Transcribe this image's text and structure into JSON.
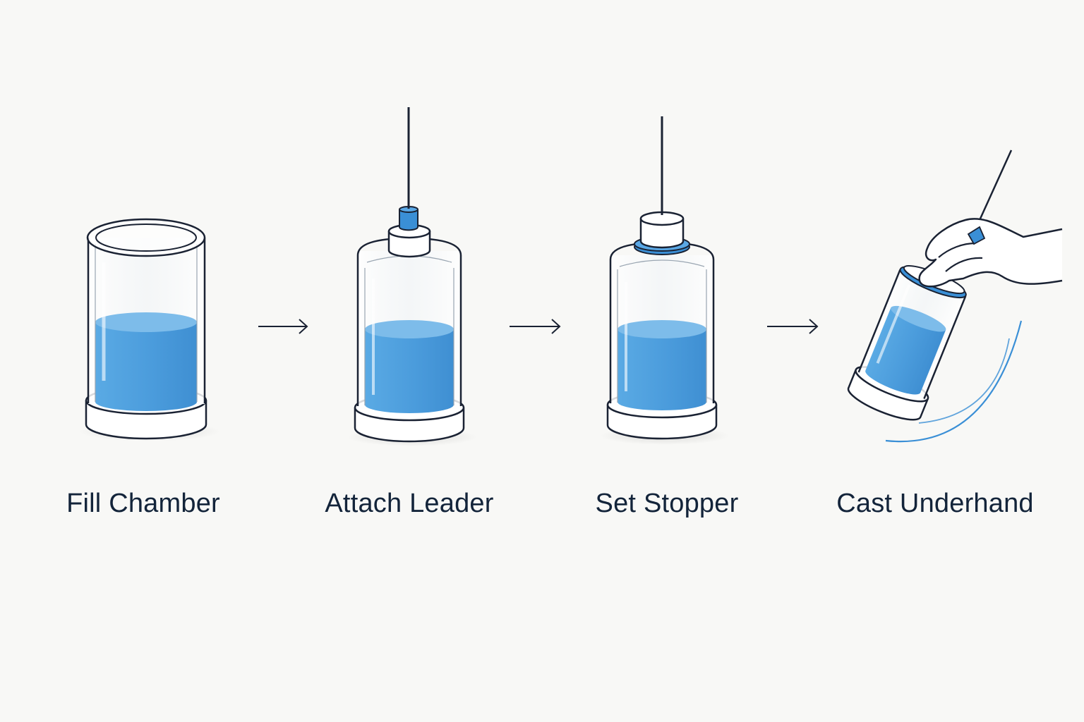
{
  "steps": [
    {
      "label": "Fill Chamber",
      "icon": "filled-chamber-icon"
    },
    {
      "label": "Attach Leader",
      "icon": "chamber-with-leader-icon"
    },
    {
      "label": "Set Stopper",
      "icon": "chamber-with-stopper-icon"
    },
    {
      "label": "Cast Underhand",
      "icon": "hand-casting-chamber-icon"
    }
  ],
  "arrows": [
    "right-arrow-icon",
    "right-arrow-icon",
    "right-arrow-icon"
  ],
  "colors": {
    "background": "#f8f8f6",
    "outline": "#1a2233",
    "water": "#4f9fdb",
    "accent_blue": "#3a8fd6",
    "text": "#13243a"
  }
}
